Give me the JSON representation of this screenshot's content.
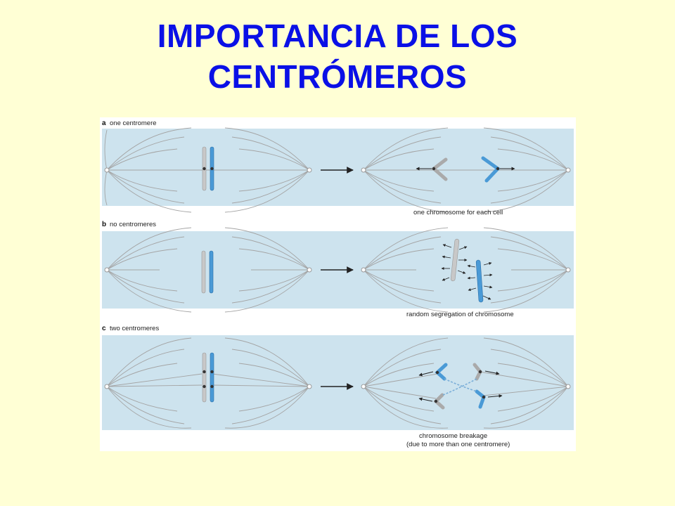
{
  "slide": {
    "title_line1": "IMPORTANCIA DE LOS",
    "title_line2": "CENTRÓMEROS",
    "title_color": "#0a10e6",
    "background_color": "#ffffd5"
  },
  "figure": {
    "panel_color": "#cde3ee",
    "blue_chromosome_color": "#4a9ad6",
    "grey_chromosome_color": "#c8c8c8",
    "panels": [
      {
        "letter": "a",
        "heading": "one centromere",
        "captions": [
          "one chromosome for each cell"
        ]
      },
      {
        "letter": "b",
        "heading": "no centromeres",
        "captions": [
          "random segregation of chromosome"
        ]
      },
      {
        "letter": "c",
        "heading": "two centromeres",
        "captions": [
          "chromosome breakage",
          "(due to more than one centromere)"
        ]
      }
    ]
  }
}
